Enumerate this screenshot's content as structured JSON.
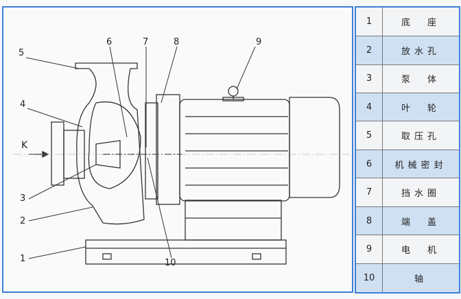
{
  "callouts": {
    "c1": "1",
    "c2": "2",
    "c3": "3",
    "c4": "4",
    "c5": "5",
    "c6": "6",
    "c7": "7",
    "c8": "8",
    "c9": "9",
    "c10": "10",
    "k": "K"
  },
  "parts": [
    {
      "no": "1",
      "name": "底　座"
    },
    {
      "no": "2",
      "name": "放水孔"
    },
    {
      "no": "3",
      "name": "泵　体"
    },
    {
      "no": "4",
      "name": "叶　轮"
    },
    {
      "no": "5",
      "name": "取压孔"
    },
    {
      "no": "6",
      "name": "机械密封"
    },
    {
      "no": "7",
      "name": "挡水圈"
    },
    {
      "no": "8",
      "name": "端　盖"
    },
    {
      "no": "9",
      "name": "电　机"
    },
    {
      "no": "10",
      "name": "轴"
    }
  ]
}
